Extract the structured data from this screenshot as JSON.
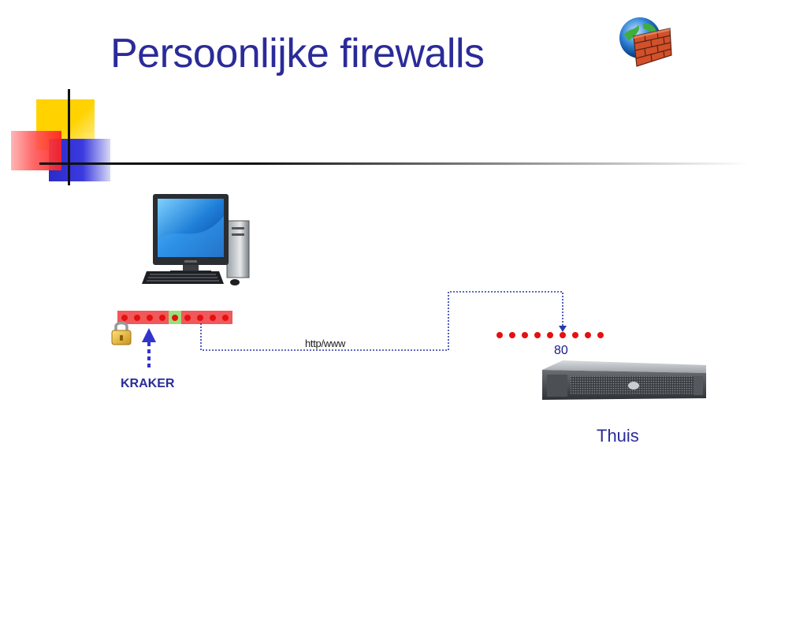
{
  "slide": {
    "title": "Persoonlijke firewalls",
    "title_color": "#2b2b9a"
  },
  "diagram": {
    "attacker_label": "KRAKER",
    "attacker_color": "#2b2b9a",
    "connection_label": "http/www",
    "port_label": "80",
    "server_label": "Thuis",
    "server_label_color": "#2b2b9a",
    "colors": {
      "dot_red": "#e41010",
      "arrow_blue": "#3333cc",
      "link_blue": "#2a3aa8",
      "open_port_green": "#9ae07a",
      "port_bar_red": "#f0585a"
    },
    "icons": [
      "firewall-globe-icon",
      "desktop-computer-icon",
      "padlock-icon",
      "rack-server-icon"
    ]
  }
}
